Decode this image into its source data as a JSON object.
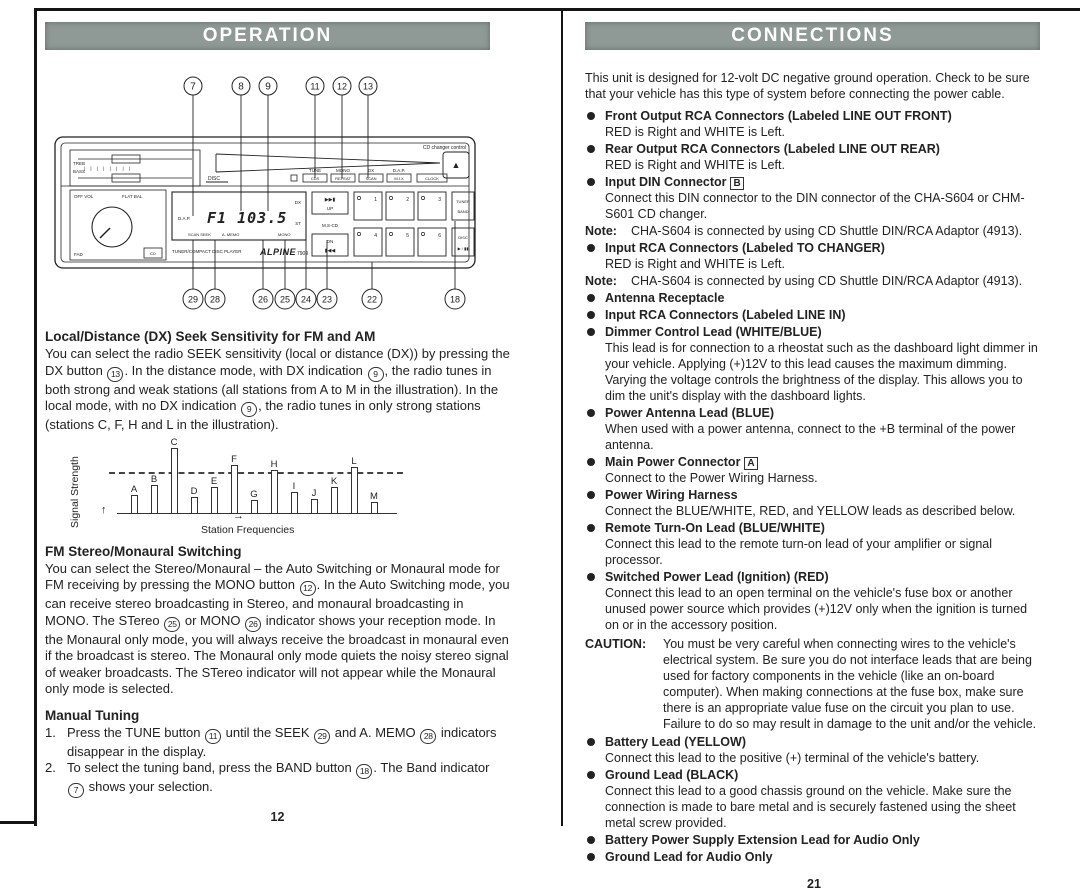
{
  "left_page": {
    "header": "OPERATION",
    "callouts_top": [
      "7",
      "8",
      "9",
      "11",
      "12",
      "13"
    ],
    "callouts_bottom": [
      "29",
      "28",
      "26",
      "25",
      "24",
      "23",
      "22",
      "18"
    ],
    "unit": {
      "cd_changer_control": "CD changer control",
      "treb": "TREB",
      "bass": "BASS",
      "disc_slot": "DISC",
      "eject": "▲",
      "btn_tune": "TUNE",
      "btn_cds": "CDS",
      "btn_mono": "MONO",
      "btn_repeat": "REPEAT",
      "btn_dx": "DX",
      "btn_scan": "SCAN",
      "btn_dap": "D.A.P.",
      "btn_mix": "M.I.X",
      "btn_clock": "CLOCK",
      "off_vol": "OFF VOL",
      "flat_bal": "FLAT BAL",
      "fad": "FAD",
      "cd_logo": "CD",
      "display": {
        "dap": "D.A.P.",
        "freq": "F1 103.5",
        "dx": "DX",
        "st": "ST",
        "scan_seek": "SCAN  SEEK",
        "a_memo": "A. MEMO",
        "mono": "MONO"
      },
      "deck_label": "TUNER/COMPACT DISC PLAYER",
      "brand": "ALPINE",
      "model": "7909",
      "up_icon": "▶▶▮",
      "up": "UP",
      "ms_cd": "M.S-CD",
      "dn": "DN",
      "dn_icon": "▮◀◀",
      "presets": [
        "1",
        "2",
        "3",
        "4",
        "5",
        "6"
      ],
      "tuner": "TUNER",
      "band": "BAND",
      "disc": "DISC",
      "play_pause": "▶ / ▮▮"
    },
    "sections": {
      "local_distance": {
        "heading": "Local/Distance (DX) Seek Sensitivity for FM and AM",
        "body": "You can select the radio SEEK sensitivity (local or distance (DX)) by pressing the DX button {{13}}. In the distance mode, with DX indication {{9}}, the radio tunes in both strong and weak stations (all stations from A to M in the illustration). In the local mode, with no DX indication {{9}}, the radio tunes in only strong stations (stations C, F, H and L in the illustration)."
      },
      "fm_stereo": {
        "heading": "FM Stereo/Monaural Switching",
        "body": "You can select the Stereo/Monaural – the Auto Switching or Monaural mode for FM receiving by pressing the MONO button {{12}}. In the Auto Switching mode, you can receive stereo broadcasting in Stereo, and monaural broadcasting in MONO. The STereo {{25}} or MONO {{26}} indicator shows your reception mode. In the Monaural only mode, you will always receive the broadcast in monaural even if the broadcast is stereo. The Monaural only mode quiets the noisy stereo signal of weaker broadcasts. The STereo indicator will not appear while the Monaural only mode is selected."
      },
      "manual_tuning": {
        "heading": "Manual Tuning",
        "items": [
          {
            "num": "1.",
            "text": "Press the TUNE button {{11}} until the SEEK {{29}} and A. MEMO {{28}} indicators disappear in the display."
          },
          {
            "num": "2.",
            "text": "To select the tuning band, press the BAND button {{18}}. The Band indicator {{7}} shows your selection."
          }
        ]
      }
    },
    "chart_data": {
      "type": "bar",
      "title": "",
      "xlabel": "Station Frequencies",
      "ylabel": "Signal Strength",
      "y_arrow": "↑",
      "x_arrow": "→",
      "categories": [
        "A",
        "B",
        "C",
        "D",
        "E",
        "F",
        "G",
        "H",
        "I",
        "J",
        "K",
        "L",
        "M"
      ],
      "values": [
        26,
        42,
        100,
        24,
        39,
        73,
        19,
        65,
        31,
        21,
        39,
        71,
        16
      ],
      "threshold": 61,
      "strong_stations": [
        "C",
        "F",
        "H",
        "L"
      ],
      "grid": false,
      "ylim": [
        0,
        100
      ]
    },
    "page_number": "12"
  },
  "right_page": {
    "header": "CONNECTIONS",
    "intro": "This unit is designed for 12-volt DC negative ground operation. Check to be sure that your vehicle has this type of system before connecting the power cable.",
    "items": [
      {
        "type": "bullet",
        "title": "Front Output RCA Connectors (Labeled LINE OUT FRONT)",
        "body": "RED is Right and WHITE is Left."
      },
      {
        "type": "bullet",
        "title": "Rear Output RCA Connectors (Labeled LINE OUT REAR)",
        "body": "RED is Right and WHITE is Left."
      },
      {
        "type": "bullet",
        "title": "Input DIN Connector [[B]]",
        "body": "Connect this DIN connector to the DIN connector of the CHA-S604 or CHM-S601 CD changer."
      },
      {
        "type": "note",
        "label": "Note:",
        "text": "CHA-S604 is connected by using CD Shuttle DIN/RCA Adaptor (4913)."
      },
      {
        "type": "bullet",
        "title": "Input RCA Connectors (Labeled TO CHANGER)",
        "body": "RED is Right and WHITE is Left."
      },
      {
        "type": "note",
        "label": "Note:",
        "text": "CHA-S604 is connected by using CD Shuttle DIN/RCA Adaptor (4913)."
      },
      {
        "type": "bullet",
        "title": "Antenna Receptacle",
        "body": ""
      },
      {
        "type": "bullet",
        "title": "Input RCA Connectors (Labeled LINE IN)",
        "body": ""
      },
      {
        "type": "bullet",
        "title": "Dimmer Control Lead (WHITE/BLUE)",
        "body": "This lead is for connection to a rheostat such as the dashboard light dimmer in your vehicle. Applying (+)12V to this lead causes the maximum dimming. Varying the voltage controls the brightness of the display. This allows you to dim the unit's display with the dashboard lights."
      },
      {
        "type": "bullet",
        "title": "Power Antenna Lead (BLUE)",
        "body": "When used with a power antenna, connect to the +B terminal of the power antenna."
      },
      {
        "type": "bullet",
        "title": "Main Power Connector [[A]]",
        "body": "Connect to the Power Wiring Harness."
      },
      {
        "type": "bullet",
        "title": "Power Wiring Harness",
        "body": "Connect the BLUE/WHITE, RED, and YELLOW leads as described below."
      },
      {
        "type": "bullet",
        "title": "Remote Turn-On Lead (BLUE/WHITE)",
        "body": "Connect this lead to the remote turn-on lead of your amplifier or signal processor."
      },
      {
        "type": "bullet",
        "title": "Switched Power Lead (Ignition) (RED)",
        "body": "Connect this lead to an open terminal on the vehicle's fuse box or another unused power source which provides (+)12V only when the ignition is turned on or in the accessory position."
      },
      {
        "type": "caution",
        "label": "CAUTION:",
        "text": "You must be very careful when connecting wires to the vehicle's electrical system. Be sure you do not interface leads that are being used for factory components in the vehicle (like an on-board computer). When making connections at the fuse box, make sure there is an appropriate value fuse on the circuit you plan to use. Failure to do so may result in damage to the unit and/or the vehicle."
      },
      {
        "type": "bullet",
        "title": "Battery Lead (YELLOW)",
        "body": "Connect this lead to the positive (+) terminal of the vehicle's battery."
      },
      {
        "type": "bullet",
        "title": "Ground Lead (BLACK)",
        "body": "Connect this lead to a good chassis ground on the vehicle. Make sure the connection is made to bare metal and is securely fastened using the sheet metal screw provided."
      },
      {
        "type": "bullet",
        "title": "Battery Power Supply Extension Lead for Audio Only",
        "body": ""
      },
      {
        "type": "bullet",
        "title": "Ground Lead for Audio Only",
        "body": ""
      }
    ],
    "page_number": "21"
  }
}
